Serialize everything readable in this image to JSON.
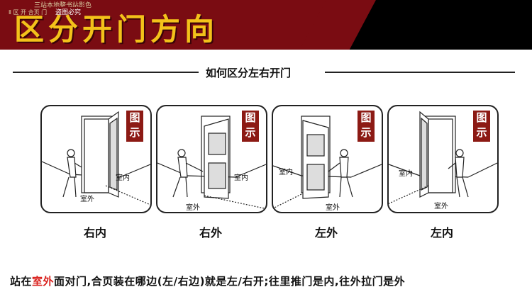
{
  "header": {
    "title": "区分开门方向",
    "watermark_top": "三站本地整书站影色",
    "watermark_left": "Ⅱ 区 开 合页 门",
    "watermark_tag": "盗图必究",
    "band_color": "#7a0c12",
    "title_color": "#f3c21a"
  },
  "subtitle": "如何区分左右开门",
  "panels": [
    {
      "badge": [
        "图",
        "示"
      ],
      "inside": "室内",
      "outside": "室外",
      "caption": "右内"
    },
    {
      "badge": [
        "图",
        "示"
      ],
      "inside": "室内",
      "outside": "室外",
      "caption": "右外"
    },
    {
      "badge": [
        "图",
        "示"
      ],
      "inside": "室内",
      "outside": "室外",
      "caption": "左外"
    },
    {
      "badge": [
        "图",
        "示"
      ],
      "inside": "室内",
      "outside": "室外",
      "caption": "左内"
    }
  ],
  "rule": {
    "prefix": "站在",
    "highlight": "室外",
    "suffix": "面对门,合页装在哪边(左/右边)就是左/右开;往里推门是内,往外拉门是外",
    "highlight_color": "#d9201c"
  }
}
